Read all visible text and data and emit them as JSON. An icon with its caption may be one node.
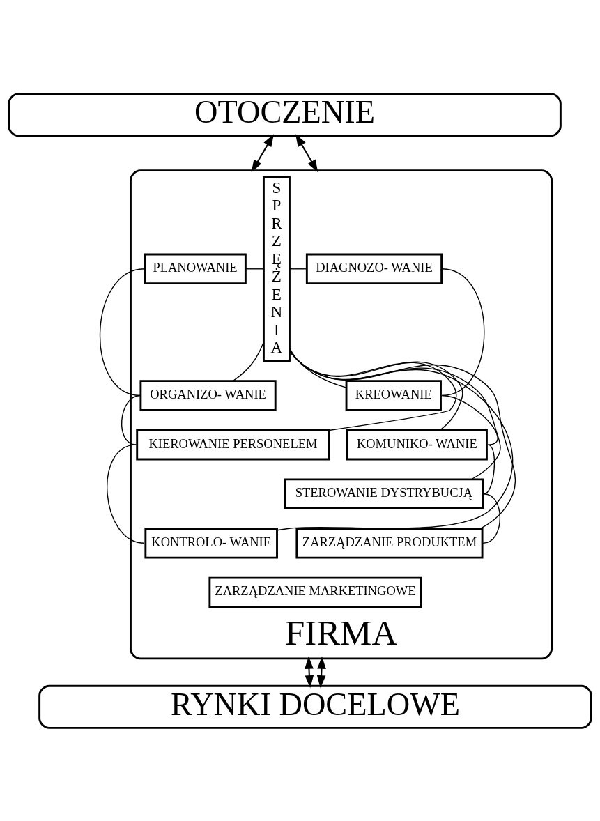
{
  "diagram": {
    "nodes": [
      {
        "text": [
          "OTOCZENIE"
        ]
      },
      {
        "text": [
          "FIRMA"
        ]
      },
      {
        "text": [
          "PLANOWANIE"
        ],
        "in": 1
      },
      {
        "text": [
          "ORGANIZO- WANIE"
        ],
        "in": 1
      },
      {
        "text": [
          "KIEROWANIE PERSONELEM"
        ],
        "in": 1
      },
      {
        "text": [
          "KONTROLO- WANIE"
        ],
        "in": 1
      },
      {
        "text": [
          "SPRZĘŻENIA"
        ],
        "in": 1
      },
      {
        "text": [
          "DIAGNOZO- WANIE"
        ],
        "in": 1
      },
      {
        "text": [
          "KREOWANIE"
        ],
        "in": 1
      },
      {
        "text": [
          "KOMUNIKO- WANIE"
        ],
        "in": 1
      },
      {
        "text": [
          "STEROWANIE DYSTRYBUCJĄ"
        ],
        "in": 1
      },
      {
        "text": [
          "ZARZĄDZANIE PRODUKTEM"
        ],
        "in": 1
      },
      {
        "text": [
          "ZARZĄDZANIE MARKETINGOWE"
        ],
        "in": 1
      },
      {
        "text": [
          "RYNKI DOCELOWE"
        ]
      }
    ],
    "edges": [
      {
        "from": 0,
        "to": 1,
        "arrow": "both"
      },
      {
        "from": 0,
        "to": 1,
        "arrow": "both"
      },
      {
        "from": 2,
        "to": 3,
        "arrow": "none"
      },
      {
        "from": 3,
        "to": 4,
        "arrow": "none"
      },
      {
        "from": 4,
        "to": 5,
        "arrow": "none"
      },
      {
        "from": 2,
        "to": 6,
        "arrow": "none"
      },
      {
        "from": 3,
        "to": 6,
        "arrow": "none"
      },
      {
        "from": 4,
        "to": 6,
        "arrow": "none"
      },
      {
        "from": 5,
        "to": 6,
        "arrow": "none"
      },
      {
        "from": 6,
        "to": 7,
        "arrow": "none"
      },
      {
        "from": 6,
        "to": 8,
        "arrow": "none"
      },
      {
        "from": 6,
        "to": 9,
        "arrow": "none"
      },
      {
        "from": 6,
        "to": 10,
        "arrow": "none"
      },
      {
        "from": 6,
        "to": 11,
        "arrow": "none"
      },
      {
        "from": 7,
        "to": 8,
        "arrow": "none"
      },
      {
        "from": 8,
        "to": 9,
        "arrow": "none"
      },
      {
        "from": 9,
        "to": 10,
        "arrow": "none"
      },
      {
        "from": 10,
        "to": 11,
        "arrow": "none"
      },
      {
        "from": 1,
        "to": 13,
        "arrow": "both"
      },
      {
        "from": 1,
        "to": 13,
        "arrow": "both"
      }
    ]
  }
}
